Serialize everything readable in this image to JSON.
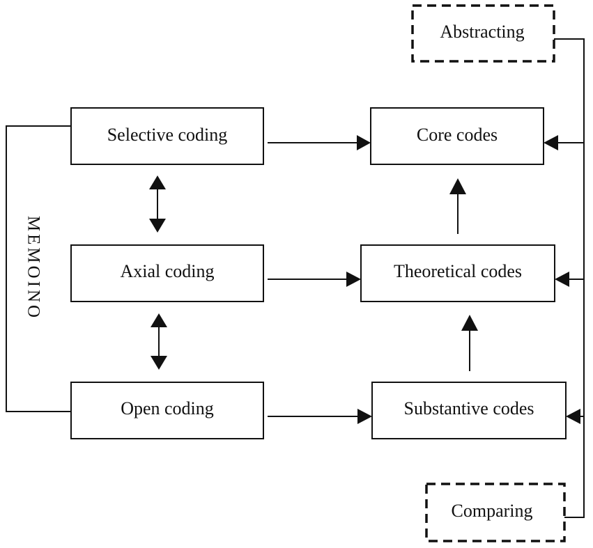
{
  "process": {
    "selective": "Selective coding",
    "axial": "Axial coding",
    "open": "Open coding"
  },
  "codes": {
    "core": "Core codes",
    "theoretical": "Theoretical codes",
    "substantive": "Substantive codes"
  },
  "inputs": {
    "abstracting": "Abstracting",
    "comparing": "Comparing"
  },
  "side_label": "MEMOINO",
  "colors": {
    "ink": "#111111",
    "background": "#ffffff"
  }
}
